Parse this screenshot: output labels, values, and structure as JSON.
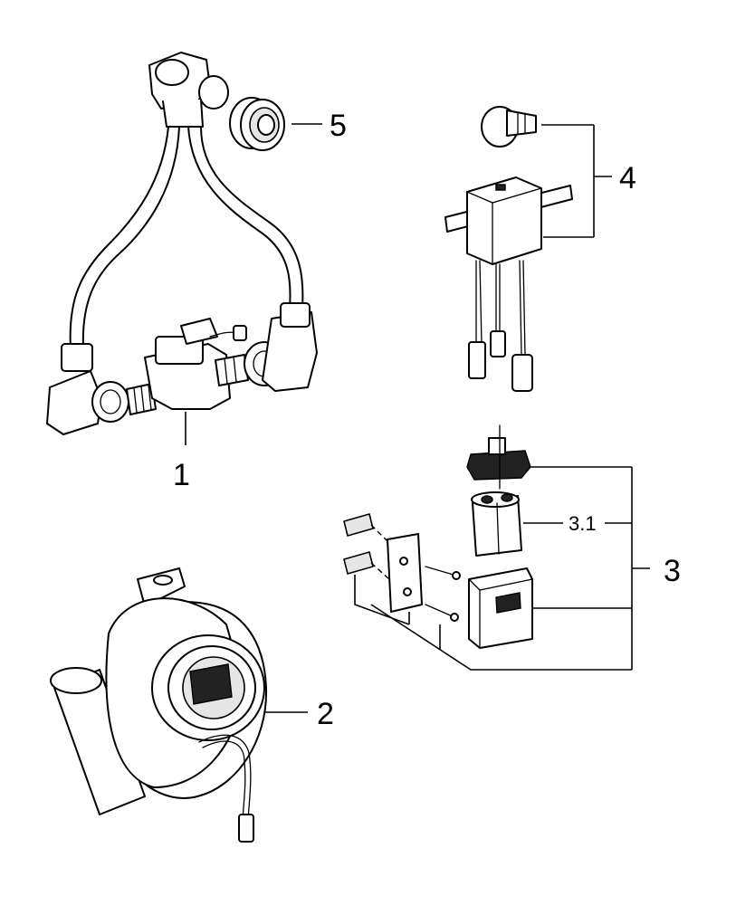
{
  "callouts": {
    "part_1": "1",
    "part_2": "2",
    "part_3": "3",
    "part_3_1": "3.1",
    "part_4": "4",
    "part_5": "5"
  }
}
